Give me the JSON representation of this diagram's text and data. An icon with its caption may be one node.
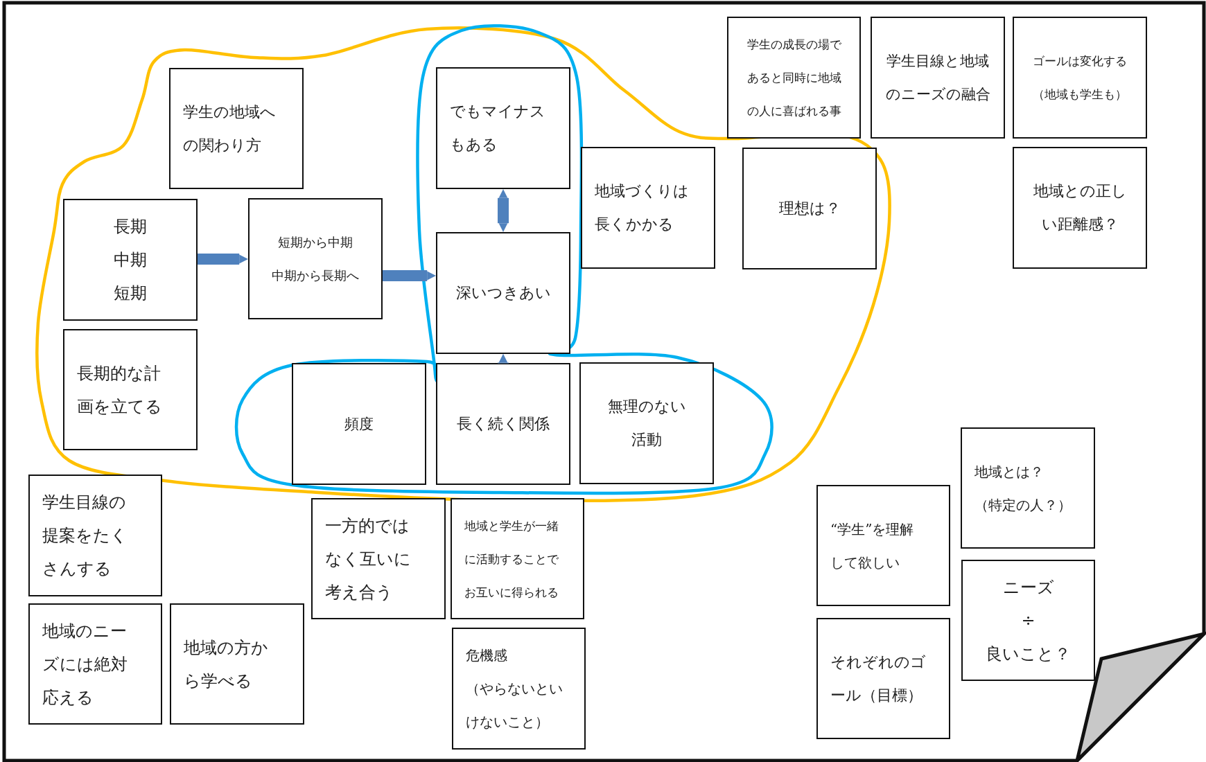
{
  "diagram": {
    "nodes": [
      {
        "text": [],
        "shape": "loop"
      },
      {
        "text": [],
        "shape": "loop",
        "in": 0
      },
      {
        "text": [
          "学生の地域への関わり方"
        ],
        "in": 0
      },
      {
        "text": [
          "でもマイナスもある"
        ],
        "in": 1
      },
      {
        "text": [
          "学生の成長の場であると同時に地域の人に喜ばれる事"
        ]
      },
      {
        "text": [
          "学生目線と地域のニーズの融合"
        ]
      },
      {
        "text": [
          "ゴールは変化する（地域も学生も）"
        ]
      },
      {
        "text": [
          "地域づくりは長くかかる"
        ],
        "in": 0
      },
      {
        "text": [
          "理想は？"
        ],
        "in": 0
      },
      {
        "text": [
          "地域との正しい距離感？"
        ]
      },
      {
        "text": [
          "長期中期短期"
        ],
        "in": 0
      },
      {
        "text": [
          "短期から中期中期から長期へ"
        ],
        "in": 0
      },
      {
        "text": [
          "深いつきあい"
        ],
        "in": 1
      },
      {
        "text": [
          "長期的な計画を立てる"
        ],
        "in": 0
      },
      {
        "text": [
          "頻度"
        ],
        "in": 1
      },
      {
        "text": [
          "長く続く関係"
        ],
        "in": 1
      },
      {
        "text": [
          "無理のない活動"
        ],
        "in": 1
      },
      {
        "text": [
          "地域とは？（特定の人？）"
        ]
      },
      {
        "text": [
          "学生目線の提案をたくさんする"
        ]
      },
      {
        "text": [
          "一方的ではなく互いに考え合う"
        ]
      },
      {
        "text": [
          "地域と学生が一緒に活動することでお互いに得られる"
        ]
      },
      {
        "text": [
          "“学生”を理解して欲しい"
        ]
      },
      {
        "text": [
          "ニーズ÷良いこと？"
        ]
      },
      {
        "text": [
          "地域のニーズには絶対応える"
        ]
      },
      {
        "text": [
          "地域の方から学べる"
        ]
      },
      {
        "text": [
          "危機感（やらないといけないこと）"
        ]
      },
      {
        "text": [
          "それぞれのゴール（目標）"
        ]
      }
    ],
    "edges": [
      {
        "from": 10,
        "to": 11,
        "arrow": "to"
      },
      {
        "from": 11,
        "to": 12,
        "arrow": "to"
      },
      {
        "from": 3,
        "to": 12,
        "arrow": "both"
      },
      {
        "from": 15,
        "to": 12,
        "arrow": "to"
      }
    ]
  }
}
